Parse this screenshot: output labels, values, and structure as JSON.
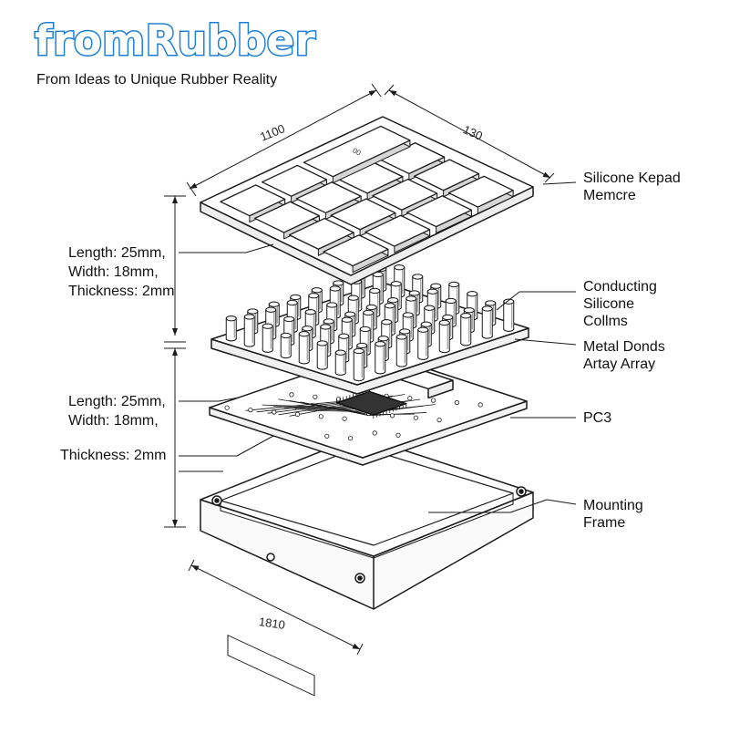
{
  "brand": {
    "logo_text": "fromRubber",
    "tagline": "From Ideas to Unique Rubber Reality",
    "color": "#1e7fd6"
  },
  "dimensions": {
    "top_left": "1100",
    "top_right": "130",
    "bottom": "1810"
  },
  "callouts": {
    "keypad": [
      "Silicone Kepad",
      "Memcre"
    ],
    "columns": [
      "Conducting",
      "Silicone",
      "Collms"
    ],
    "metal": [
      "Metal Donds",
      "Artay Array"
    ],
    "pcb": "PC3",
    "frame": [
      "Mounting",
      "Frame"
    ]
  },
  "specs": {
    "upper": [
      "Length: 25mm,",
      "Width: 18mm,",
      "Thickness: 2mm"
    ],
    "lower": [
      "Length: 25mm,",
      "Width: 18mm,",
      "Thickness: 2mm"
    ]
  },
  "keypad_top": {
    "display_key": "00"
  }
}
